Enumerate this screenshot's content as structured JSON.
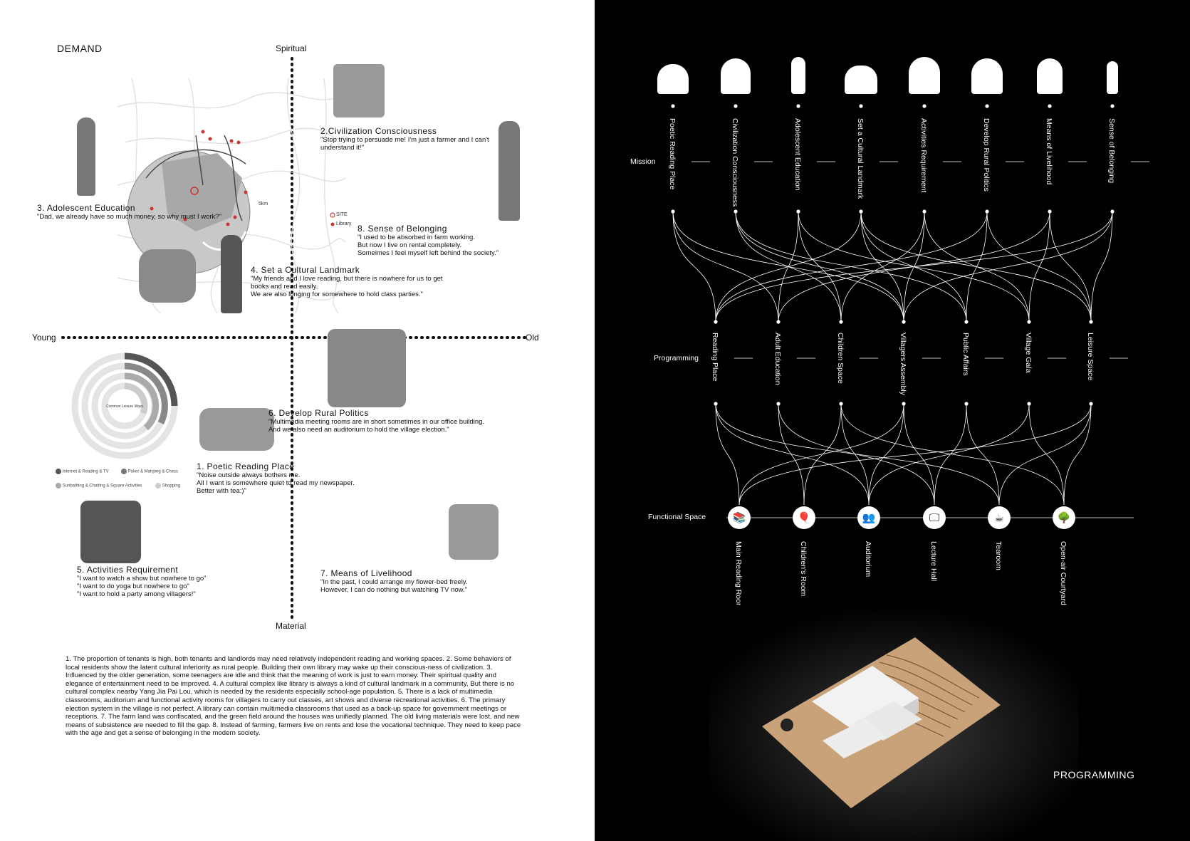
{
  "demand": {
    "title": "DEMAND",
    "axes": {
      "top": "Spiritual",
      "bottom": "Material",
      "left": "Young",
      "right": "Old"
    },
    "map": {
      "scale": "5km",
      "legend": [
        "SITE",
        "Library"
      ]
    },
    "items": [
      {
        "heading": "2.Civilization Consciousness",
        "quote": "\"Stop trying to persuade me! I'm just a farmer and I can't\nunderstand it!\""
      },
      {
        "heading": "3. Adolescent Education",
        "quote": "\"Dad, we already have so much money, so why must I work?\""
      },
      {
        "heading": "8. Sense of Belonging",
        "quote": "\"I used to be absorbed in farm working.\nBut now I live on rental completely.\nSomeimes I feel myself left behind the society.\""
      },
      {
        "heading": "4. Set a Cultural Landmark",
        "quote": "\"My friends and I love reading, but there is nowhere for us to get\nbooks and read easily.\nWe are also longing for somewhere to hold class parties.\""
      },
      {
        "heading": "6. Develop Rural Politics",
        "quote": "\"Multimedia meeting rooms are in short sometimes in our office building.\nAnd we also need an auditorium to hold the village election.\""
      },
      {
        "heading": "1. Poetic Reading Place",
        "quote": "\"Noise outside always bothers me.\nAll I want is somewhere quiet to read my newspaper.\nBetter with tea:)\""
      },
      {
        "heading": "5. Activities Requirement",
        "quote": "\"I want to watch a show but nowhere to go\"\n\"I want to do yoga but nowhere to go\"\n\"I want to hold a party among villagers!\""
      },
      {
        "heading": "7. Means of Livelihood",
        "quote": "\"In the past, I could arrange my flower-bed freely.\nHowever, I can do nothing but watching TV now.\""
      }
    ],
    "donut": {
      "center_label": "Common Leisure Ways",
      "legend": [
        "Internet & Reading & TV",
        "Poker & Mahjong & Chess",
        "Sunbathing & Chatting & Square Activities",
        "Shopping"
      ],
      "colors": [
        "#555555",
        "#777777",
        "#aaaaaa",
        "#cccccc"
      ]
    },
    "paragraph": "1. The proportion of tenants is high, both tenants and landlords may need relatively independent reading and working spaces. 2. Some behaviors of local residents show the latent cultural inferiority as rural people. Building their own library may wake up their conscious-ness of civilization. 3. Influenced by the older generation, some teenagers are idle and think that the meaning of work is just to earn money. Their spiritual quality and elegance of entertainment need to be improved. 4. A cultural complex like library is always a kind of cultural landmark in a community, But there is no cultural complex nearby Yang Jia Pai Lou, which is needed by the residents especially school-age population. 5. There is a lack of multimedia classrooms, auditorium and functional activity rooms for villagers to carry out classes, art shows and diverse recreational activities. 6. The primary election system in the village is not perfect. A library can contain multimedia classrooms that used as a back-up space for government meetings or receptions. 7. The farm land was confiscated, and the green field around the houses was unifiedly planned. The old living materials were lost, and new means of subsistence are needed to fill the gap. 8. Instead of farming, farmers live on rents and lose the vocational technique. They need to keep pace with the age and get a sense of belonging in the modern society."
  },
  "programming": {
    "title": "PROGRAMMING",
    "row_labels": {
      "mission": "Mission",
      "programming": "Programming",
      "functional": "Functional Space"
    },
    "mission": [
      "Poetic Reading Place",
      "Civilization Consciousness",
      "Adolescent Education",
      "Set a Cultural Landmark",
      "Activities Requirement",
      "Develop Rural Politics",
      "Means of Livelihood",
      "Sense of Belonging"
    ],
    "program": [
      "Reading Place",
      "Adult Education",
      "Children Space",
      "Villagers Assembly",
      "Public Affairs",
      "Village Gala",
      "Leisure Space"
    ],
    "functional": [
      "Main Reading Room",
      "Children's Room",
      "Auditorium",
      "Lecture Hall",
      "Tearoom",
      "Open-air Courtyard"
    ],
    "functional_icons": [
      "books-icon",
      "balloon-icon",
      "people-group-icon",
      "projector-icon",
      "tea-cup-icon",
      "tree-icon"
    ],
    "silhouette_icons": [
      "reading-people-icon",
      "group-people-icon",
      "child-icon",
      "family-group-icon",
      "crowd-icon",
      "meeting-people-icon",
      "gardener-icon",
      "standing-man-icon"
    ]
  }
}
